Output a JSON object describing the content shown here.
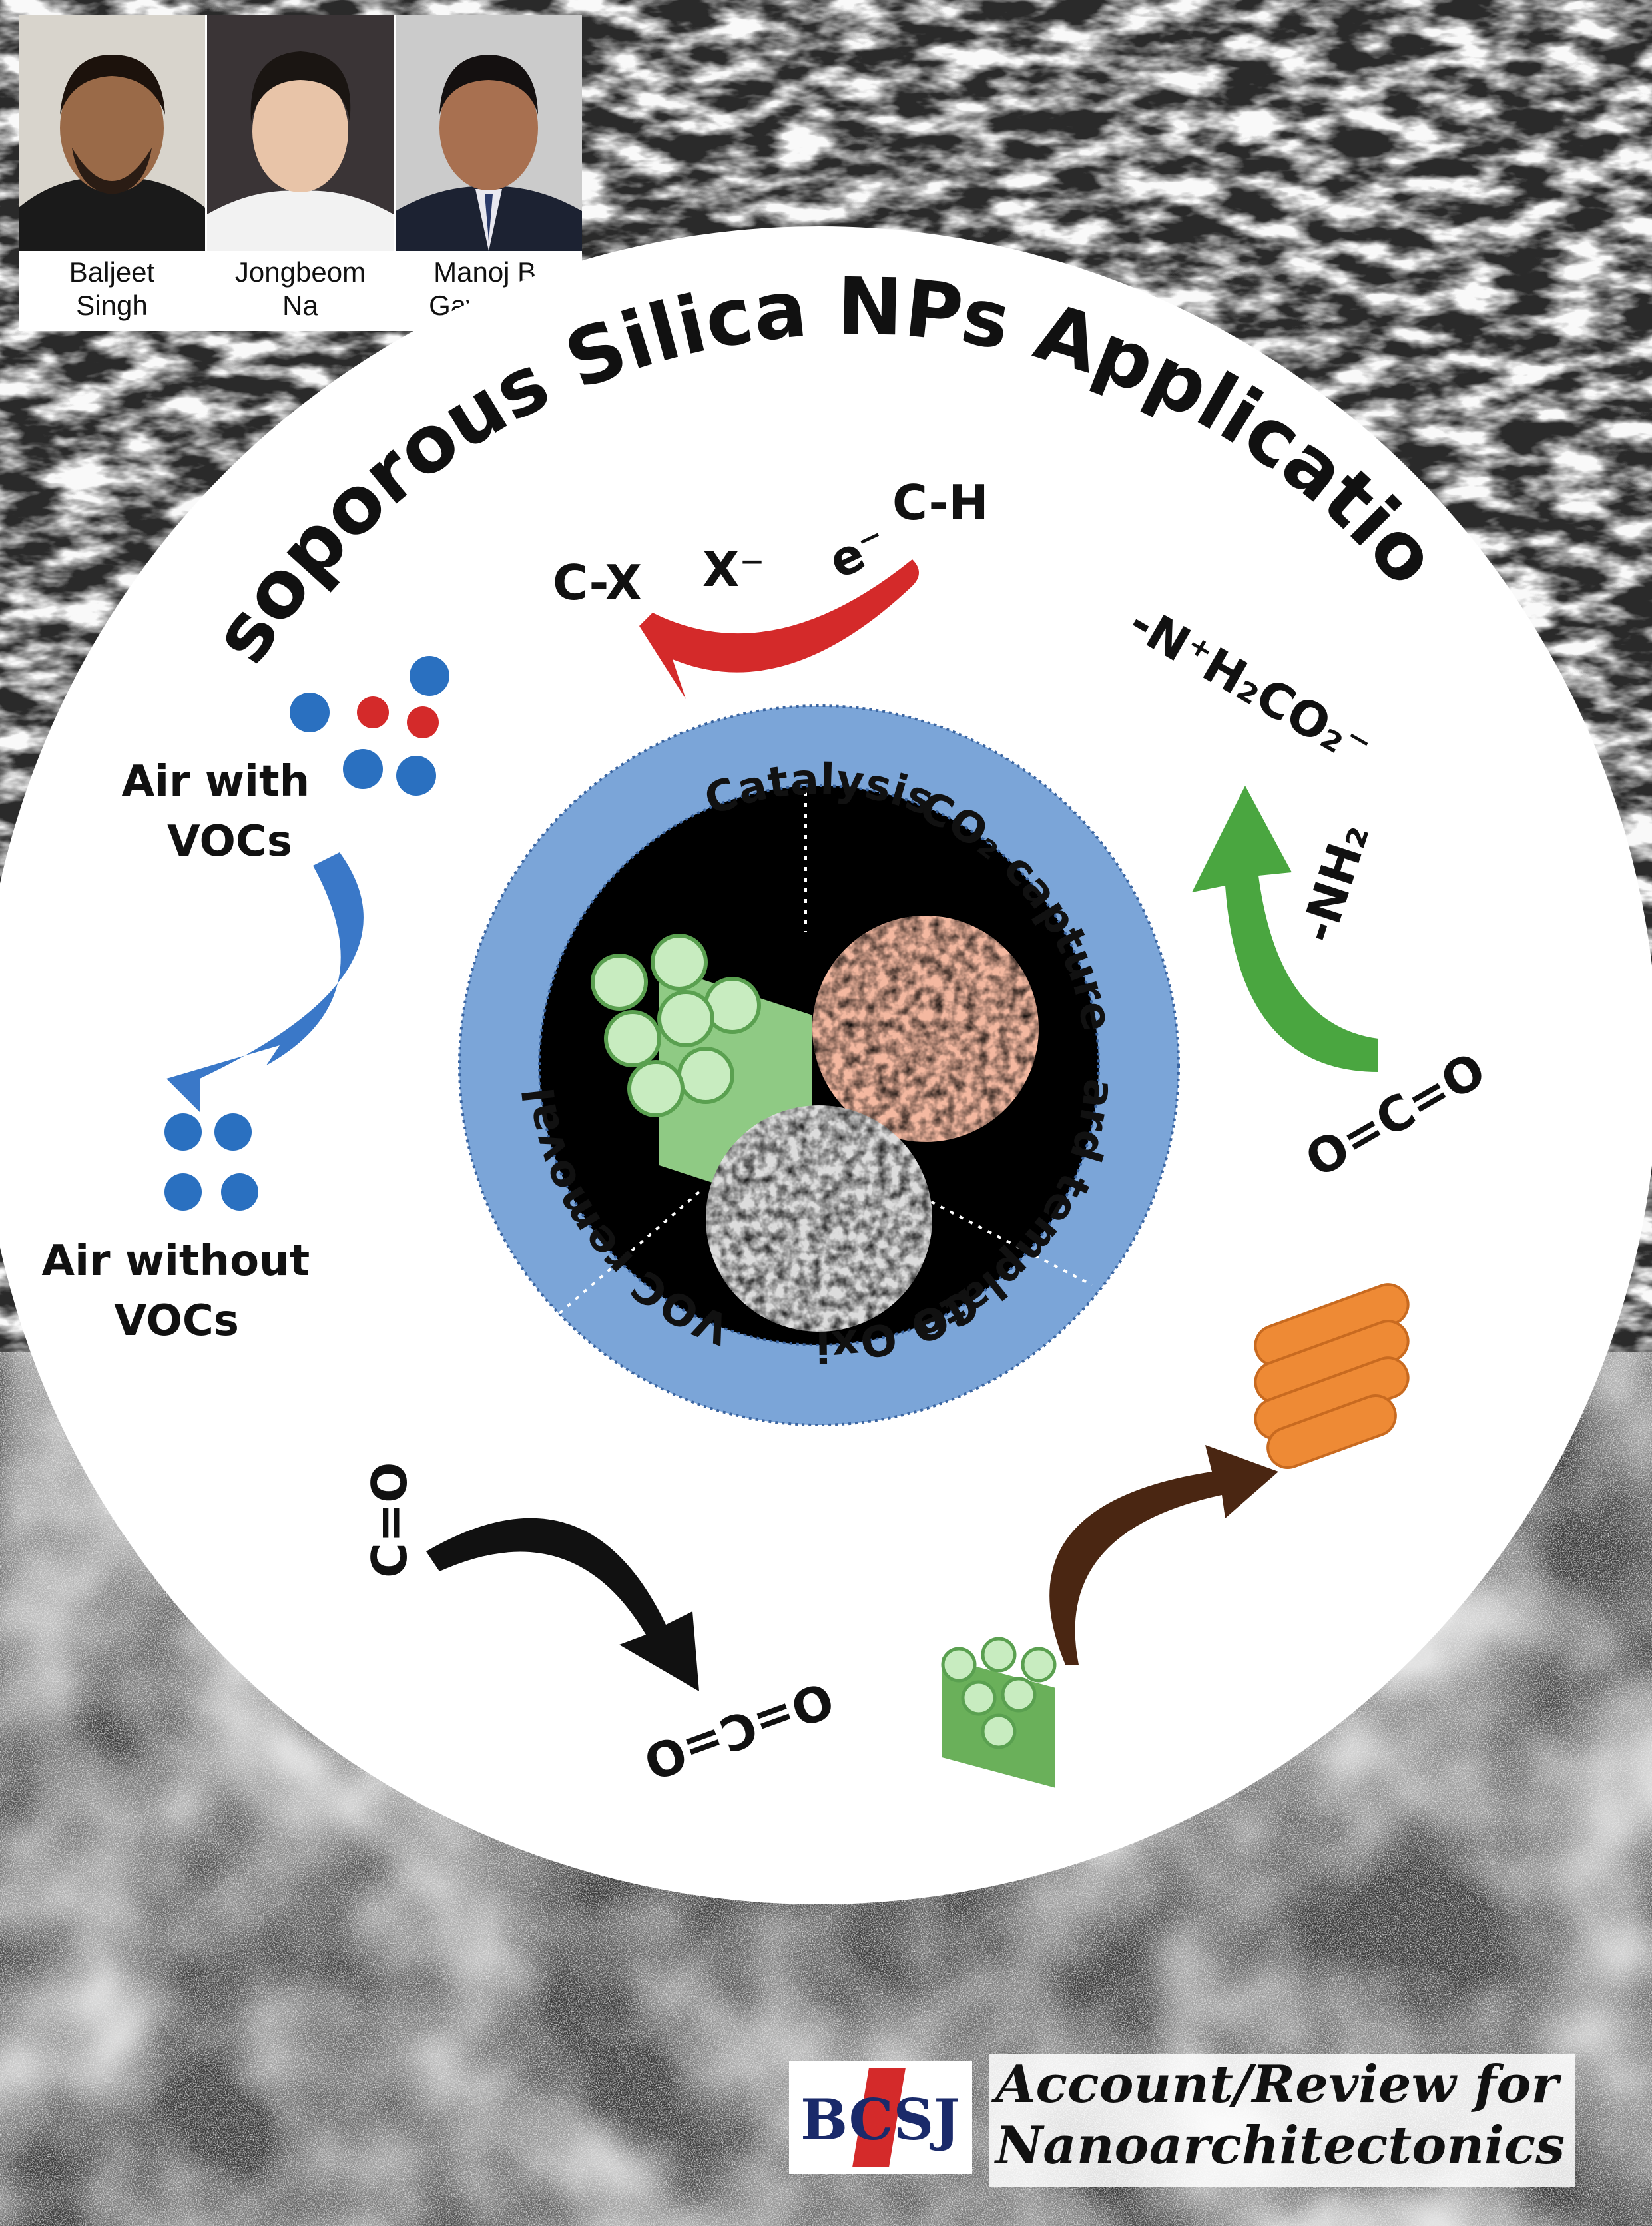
{
  "authors": [
    {
      "first": "Baljeet",
      "last": "Singh"
    },
    {
      "first": "Jongbeom",
      "last": "Na"
    },
    {
      "first": "Manoj B.",
      "last": "Gawande"
    }
  ],
  "title": "Mesoporous Silica NPs Applications",
  "ring_labels": {
    "catalysis": "Catalysis",
    "co2_capture": "CO₂ capture",
    "hard_template": "Hard template",
    "co_oxidation": "CO Oxidation",
    "voc_removal": "VOC removal"
  },
  "catalysis": {
    "cx": "C-X",
    "x_minus": "X⁻",
    "e_minus": "e⁻",
    "ch": "C-H"
  },
  "co2": {
    "ammonium": "-N⁺H₂CO₂⁻",
    "amine": "-NH₂",
    "co2": "O=C=O"
  },
  "co_oxidation": {
    "co": "C=O",
    "co2": "O=C=O"
  },
  "voc": {
    "with": [
      "Air with",
      "VOCs"
    ],
    "without": [
      "Air without",
      "VOCs"
    ]
  },
  "journal": {
    "logo_text": "BCSJ",
    "line1": "Account/Review for",
    "line2": "Nanoarchitectonics"
  },
  "colors": {
    "ring": "#7ba5d8",
    "catalysis_arrow": "#d42a2a",
    "co2_arrow": "#4aa640",
    "voc_arrow": "#3a78c8",
    "co_arrow": "#111111",
    "template_arrow": "#4a2612",
    "template_rods": "#ee8a35"
  }
}
